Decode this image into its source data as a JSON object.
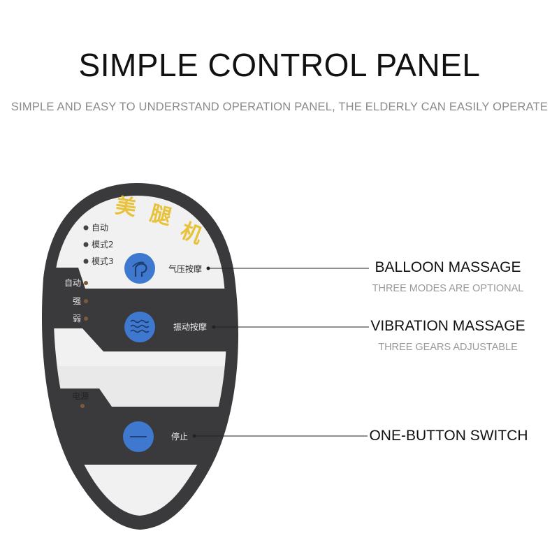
{
  "header": {
    "title": "SIMPLE CONTROL PANEL",
    "subtitle": "SIMPLE AND EASY TO UNDERSTAND OPERATION PANEL, THE ELDERLY CAN EASILY OPERATE"
  },
  "panel": {
    "brand": "美腿机",
    "air_indicators": [
      "自动",
      "模式2",
      "模式3"
    ],
    "air_button_label": "气压按摩",
    "vib_indicators": [
      "自动",
      "强",
      "弱"
    ],
    "vib_button_label": "振动按摩",
    "power_label": "电源",
    "stop_button_label": "停止",
    "colors": {
      "case": "#3a3a3c",
      "button": "#3f78cf",
      "brand": "#e8c23a",
      "indicator": "#7a5a3a"
    }
  },
  "callouts": [
    {
      "title": "BALLOON MASSAGE",
      "sub": "THREE MODES ARE OPTIONAL"
    },
    {
      "title": "VIBRATION MASSAGE",
      "sub": "THREE GEARS ADJUSTABLE"
    },
    {
      "title": "ONE-BUTTON SWITCH",
      "sub": ""
    }
  ]
}
